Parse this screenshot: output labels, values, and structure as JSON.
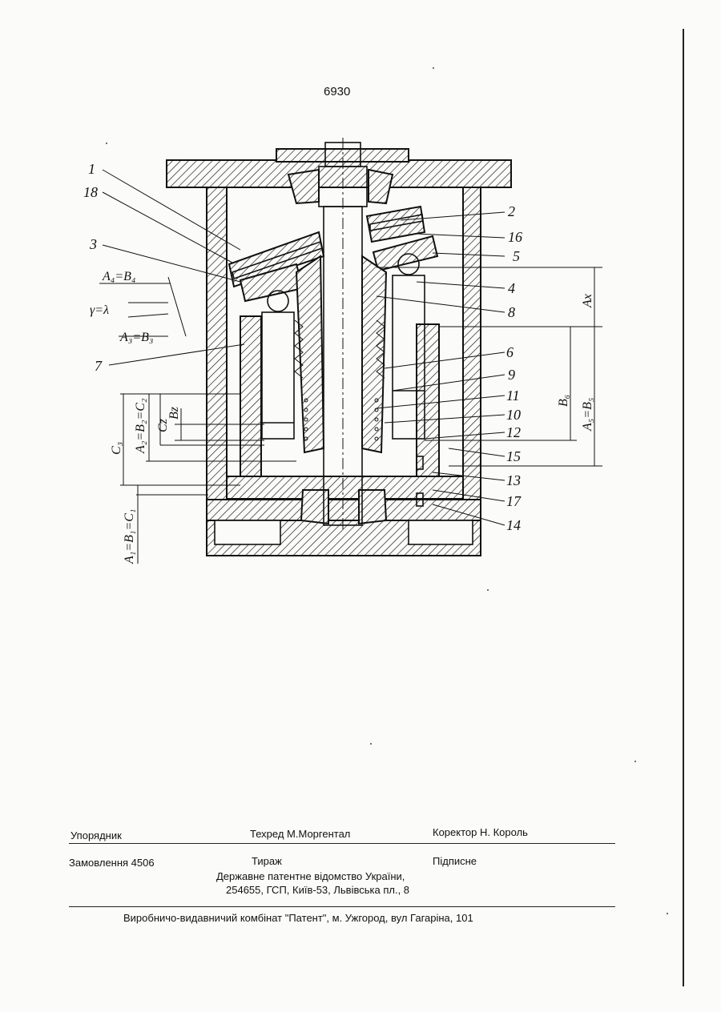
{
  "page": {
    "number": "6930"
  },
  "figure": {
    "callouts": [
      "1",
      "18",
      "3",
      "7",
      "2",
      "16",
      "5",
      "4",
      "8",
      "6",
      "9",
      "11",
      "10",
      "12",
      "15",
      "13",
      "17",
      "14"
    ],
    "dimensions": [
      "A₄=B₄",
      "γ=λ",
      "A₃=B₃",
      "Ax",
      "B₆",
      "A₅=B₅",
      "C₃",
      "A₂=B₂=C₂",
      "Bz",
      "Cz",
      "A₁=B₁=C₁"
    ]
  },
  "footer": {
    "compiler_label": "Упорядник",
    "techred": "Техред М.Моргентал",
    "corrector": "Коректор  Н. Король",
    "order": "Замовлення 4506",
    "circulation": "Тираж",
    "subscription": "Підписне",
    "office": "Державне патентне відомство України,",
    "address": "254655, ГСП, Київ-53, Львівська пл., 8",
    "printer": "Виробничо-видавничий комбінат  \"Патент\", м. Ужгород, вул Гагаріна, 101"
  }
}
